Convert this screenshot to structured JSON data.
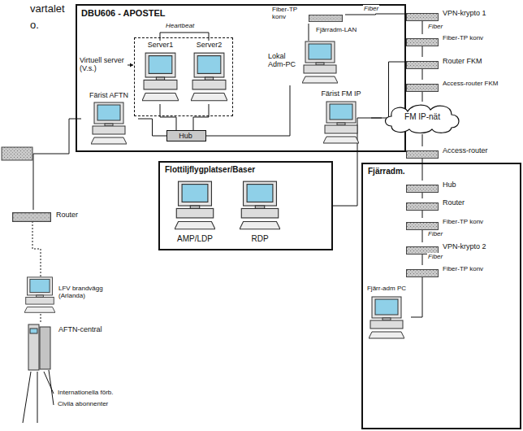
{
  "diagram": {
    "nodes": [
      {
        "text": [
          "DBU606 - APOSTEL"
        ]
      },
      {
        "text": [
          "Virtuell server (V.s.)"
        ],
        "in": 0
      },
      {
        "text": [
          "Server1"
        ],
        "in": 1
      },
      {
        "text": [
          "Server2"
        ],
        "in": 1
      },
      {
        "text": [
          "Färist AFTN"
        ],
        "in": 0
      },
      {
        "text": [
          "Hub"
        ],
        "in": 0
      },
      {
        "text": [
          "Fiber-TP konv"
        ],
        "in": 0
      },
      {
        "text": [
          "Lokal Adm-PC"
        ],
        "in": 0
      },
      {
        "text": [
          "Färist FM IP"
        ],
        "in": 0
      },
      {
        "text": [
          "VPN-krypto 1"
        ]
      },
      {
        "text": [
          "Fiber-TP konv"
        ]
      },
      {
        "text": [
          "Router FKM"
        ]
      },
      {
        "text": [
          "Access-router FKM"
        ]
      },
      {
        "text": [
          "FM IP-nät"
        ]
      },
      {
        "text": [
          "Flottiljflygplatser/Baser"
        ]
      },
      {
        "text": [
          "AMP/LDP"
        ],
        "in": 14
      },
      {
        "text": [
          "RDP"
        ],
        "in": 14
      },
      {
        "text": [
          "Access-router"
        ]
      },
      {
        "text": [
          "Fjärradm."
        ]
      },
      {
        "text": [
          "Hub"
        ],
        "in": 18
      },
      {
        "text": [
          "Router"
        ],
        "in": 18
      },
      {
        "text": [
          "Fiber-TP konv"
        ],
        "in": 18
      },
      {
        "text": [
          "VPN-krypto 2"
        ],
        "in": 18
      },
      {
        "text": [
          "Fiber-TP konv"
        ],
        "in": 18
      },
      {
        "text": [
          "Fjärr-adm PC"
        ],
        "in": 18
      },
      {
        "text": [
          "Router"
        ]
      },
      {
        "text": [
          "LFV brandvägg (Arlanda)"
        ]
      },
      {
        "text": [
          "AFTN-central"
        ]
      }
    ],
    "edges": [
      {
        "from": 2,
        "to": 3,
        "label": "Heartbeat",
        "arrow": "none"
      },
      {
        "from": 2,
        "to": 5,
        "arrow": "none"
      },
      {
        "from": 3,
        "to": 5,
        "arrow": "none"
      },
      {
        "from": 4,
        "to": 5,
        "arrow": "none"
      },
      {
        "from": 7,
        "to": 5,
        "arrow": "none"
      },
      {
        "from": 8,
        "to": 11,
        "arrow": "none"
      },
      {
        "from": 7,
        "to": 6,
        "arrow": "none"
      },
      {
        "from": 6,
        "to": 9,
        "label": "Fiber",
        "arrow": "none"
      },
      {
        "from": 9,
        "to": 10,
        "label": "Fiber",
        "arrow": "none"
      },
      {
        "from": 10,
        "to": 11,
        "arrow": "none"
      },
      {
        "from": 11,
        "to": 12,
        "arrow": "none"
      },
      {
        "from": 12,
        "to": 13,
        "arrow": "none"
      },
      {
        "from": 13,
        "to": 14,
        "arrow": "none"
      },
      {
        "from": 13,
        "to": 17,
        "arrow": "none"
      },
      {
        "from": 17,
        "to": 19,
        "arrow": "none"
      },
      {
        "from": 19,
        "to": 20,
        "arrow": "none"
      },
      {
        "from": 20,
        "to": 21,
        "arrow": "none"
      },
      {
        "from": 21,
        "to": 22,
        "label": "Fiber",
        "arrow": "none"
      },
      {
        "from": 22,
        "to": 23,
        "label": "Fiber",
        "arrow": "none"
      },
      {
        "from": 23,
        "to": 24,
        "arrow": "none"
      },
      {
        "from": 4,
        "to": 25,
        "arrow": "none"
      },
      {
        "from": 25,
        "to": 26,
        "arrow": "none"
      },
      {
        "from": 26,
        "to": 27,
        "arrow": "none"
      }
    ],
    "labels": [
      "vartalet",
      "o.",
      "Fjärradm-LAN",
      "Internationella förb.",
      "Civila abonnenter"
    ]
  }
}
